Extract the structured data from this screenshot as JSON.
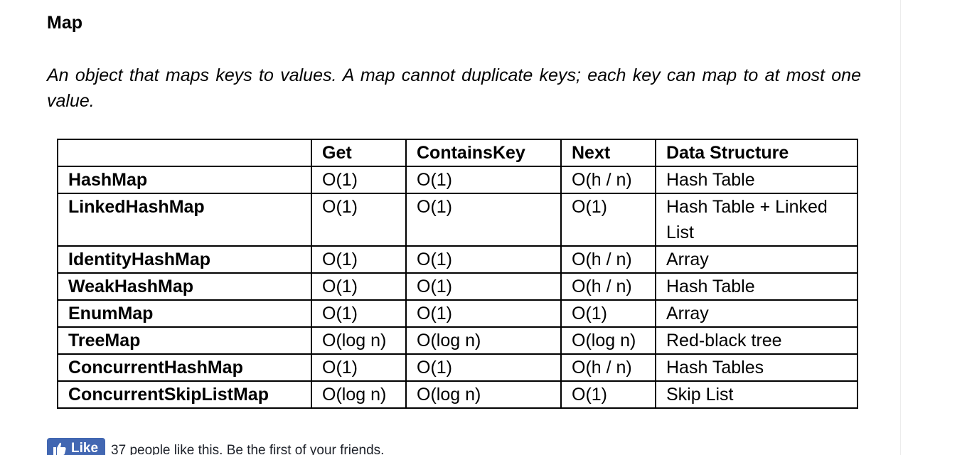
{
  "section": {
    "title": "Map",
    "description": "An object that maps keys to values. A map cannot duplicate keys; each key can map to at most one value."
  },
  "table": {
    "headers": [
      "",
      "Get",
      "ContainsKey",
      "Next",
      "Data Structure"
    ],
    "rows": [
      {
        "name": "HashMap",
        "get": "O(1)",
        "contains": "O(1)",
        "next": "O(h / n)",
        "ds": "Hash Table"
      },
      {
        "name": "LinkedHashMap",
        "get": "O(1)",
        "contains": "O(1)",
        "next": "O(1)",
        "ds": "Hash Table + Linked List"
      },
      {
        "name": "IdentityHashMap",
        "get": "O(1)",
        "contains": "O(1)",
        "next": "O(h / n)",
        "ds": "Array"
      },
      {
        "name": "WeakHashMap",
        "get": "O(1)",
        "contains": "O(1)",
        "next": "O(h / n)",
        "ds": "Hash Table"
      },
      {
        "name": "EnumMap",
        "get": "O(1)",
        "contains": "O(1)",
        "next": "O(1)",
        "ds": "Array"
      },
      {
        "name": "TreeMap",
        "get": "O(log n)",
        "contains": "O(log n)",
        "next": "O(log n)",
        "ds": "Red-black tree"
      },
      {
        "name": "ConcurrentHashMap",
        "get": "O(1)",
        "contains": "O(1)",
        "next": "O(h / n)",
        "ds": "Hash Tables"
      },
      {
        "name": "ConcurrentSkipListMap",
        "get": "O(log n)",
        "contains": "O(log n)",
        "next": "O(1)",
        "ds": "Skip List"
      }
    ]
  },
  "like": {
    "button_label": "Like",
    "button_icon": "thumbs-up-icon",
    "button_color": "#4267b2",
    "social_text": "37 people like this. Be the first of your friends."
  }
}
